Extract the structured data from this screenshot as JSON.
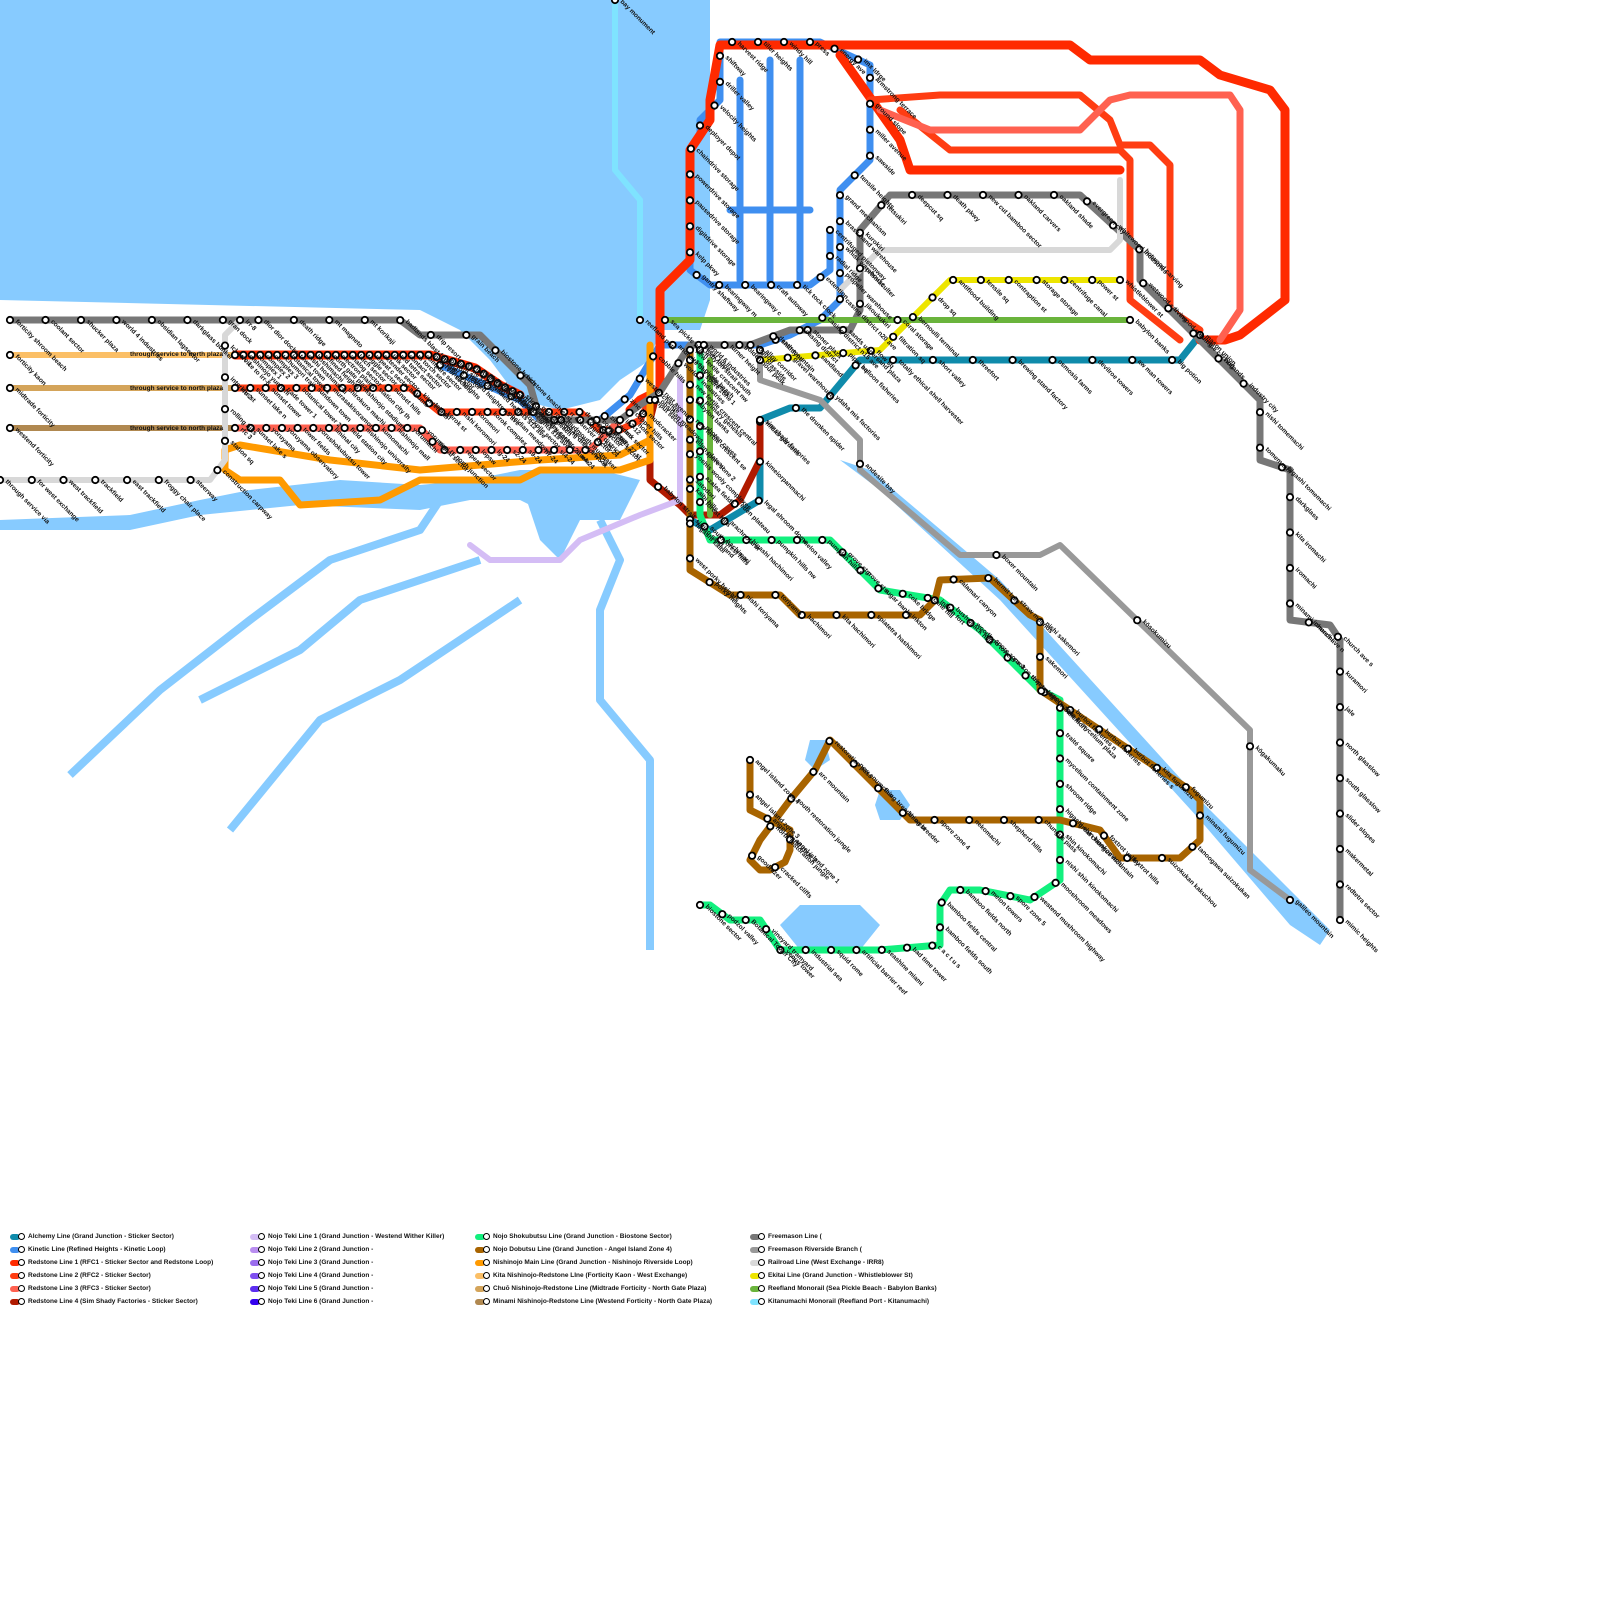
{
  "map": {
    "water_color": "#87cbff",
    "lines": [
      {
        "id": "alchemy",
        "name": "Alchemy Line (Grand Junction - Sticker Sector)",
        "color": "#0f8bab",
        "stations": [
          "sea pickle beach",
          "babylon banks",
          "eden plateau",
          "satodori",
          "sirting sand land",
          "arachnofarm",
          "legal shroom dome",
          "kimeiorpanmachi",
          "midas gardens",
          "the drunken spider",
          "ydaha mis factories",
          "balloon fisheries",
          "totally ethical shell harvester",
          "short valley",
          "threefort",
          "brewing stand factory",
          "osmosis farms",
          "devilroe towers",
          "aw man towers",
          "big potion",
          "mason union"
        ]
      },
      {
        "id": "kinetic",
        "name": "Kinetic Line (Refined Heights - Kinetic Loop)",
        "color": "#3f8ff0",
        "stations": [
          "refined heights",
          "refined heights n5 ave",
          "refined heights s12 ave",
          "refined heights s18 ave",
          "refined heights s22 ave",
          "logging district w5 st",
          "logging district",
          "zincwood",
          "zinc lp",
          "west exchange",
          "cobble hills",
          "andesite bay refineries",
          "linear ridge",
          "turner height",
          "coggod",
          "shaftlynd",
          "casing district",
          "casing district n15 ave",
          "casing district n20 ave",
          "propeller warehouse",
          "whisk warehouse",
          "brass hand warehouse",
          "grand mechanism",
          "tensile heights",
          "sawside",
          "miller avenue",
          "ground slope",
          "armstrong terrace",
          "imx ldrge",
          "energy ave",
          "press",
          "windy hill",
          "tiller heights",
          "harvest ridge",
          "shiftway",
          "driller valley",
          "velocity heights",
          "deployer depot",
          "chaindrive storage",
          "powerdrive storage",
          "pausedrive storage",
          "digitdrive storage",
          "kelp pkwy",
          "gantry shaftway",
          "bearingway m",
          "bearingway c",
          "craft autoway",
          "tick tock clock",
          "extention",
          "radial ridge",
          "centrifuged pistonway"
        ]
      },
      {
        "id": "redstone1",
        "name": "Redstone Line 1 (RFC1 - Sticker Sector and Redstone Loop)",
        "color": "#ff2a00",
        "stations": [
          "rfc 1",
          "nishinojo yuenchi",
          "complex 1",
          "complex 2",
          "complex 3",
          "uchumori trail",
          "botanical tower 1",
          "tower town",
          "nishi hoshimachi",
          "hoshimachi",
          "refined heights",
          "north gate plaza",
          "electron plains",
          "analog sector",
          "latch sector",
          "toggle sector",
          "repeat c sector",
          "extender sector",
          "link sector",
          "red tetra sector",
          "contact sector",
          "rs torch sector",
          "compare sector",
          "observer sector",
          "hopper sector",
          "piston sector",
          "light sector",
          "slime sector",
          "honey sector",
          "solar sector",
          "storm sector",
          "sonar sector",
          "blast sector",
          "photosector",
          "center sector",
          "sticker sector"
        ]
      },
      {
        "id": "redstone2",
        "name": "Redstone Line 2 (RFC2 - Sticker Sector)",
        "color": "#ff3d12",
        "stations": [
          "rfc 2",
          "sunset lake n",
          "sunset tower",
          "trade tower 1",
          "botanical tower 2",
          "sundown town",
          "murasakisoramon",
          "shirokuro machi",
          "nishinojo stadium",
          "station city th",
          "sunset hills",
          "aokumo",
          "kita tetsuki",
          "tetsuki",
          "korok st",
          "nishi koromori",
          "koromori",
          "korok complex",
          "obsidian meadows",
          "stockpile sector",
          "item key sector",
          "railroad sector",
          "rr observer sector",
          "drop sector",
          "text sector",
          "kinetic sector",
          "box sector",
          "hole sector",
          "mudcracker",
          "input sector"
        ]
      },
      {
        "id": "redstone3",
        "name": "Redstone Line 3 (RFC3 - Sticker Sector)",
        "color": "#ff6150",
        "stations": [
          "rfc 3",
          "sunset lake s",
          "yoruyama",
          "yoruyama observatory",
          "tower fields",
          "yorushokubutsu tower",
          "liminal city",
          "field station city",
          "nishinojo university",
          "kumomachi",
          "nishinojo mall",
          "yorumachi",
          "yorumori",
          "signal sector",
          "rs north junction",
          "repeat sector",
          "lopsw",
          "lg-24",
          "s2-24",
          "s9-24",
          "h7-24",
          "sl4-24",
          "stm4-24",
          "sn7-24",
          "bl5-24",
          "penw",
          "in3-12"
        ]
      },
      {
        "id": "redstone4",
        "name": "Redstone Line 4 (Sim Shady Factories - Sticker Sector)",
        "color": "#b01a00",
        "stations": [
          "sim shady factories",
          "eden plateau",
          "babylon strait",
          "obsidian meadows"
        ]
      },
      {
        "id": "nojoteki1",
        "name": "Nojo Teki Line 1 (Grand Junction - Westend Wither Killer)",
        "color": "#d4bdf5",
        "stations": []
      },
      {
        "id": "nojoteki2",
        "name": "Nojo Teki Line 2 (Grand Junction - ",
        "color": "#b98ef0",
        "stations": []
      },
      {
        "id": "nojoteki3",
        "name": "Nojo Teki Line 3 (Grand Junction - ",
        "color": "#9a6ded",
        "stations": []
      },
      {
        "id": "nojoteki4",
        "name": "Nojo Teki Line 4 (Grand Junction - ",
        "color": "#7f4ff0",
        "stations": []
      },
      {
        "id": "nojoteki5",
        "name": "Nojo Teki Line 5 (Grand Junction - ",
        "color": "#5c2ef0",
        "stations": []
      },
      {
        "id": "nojoteki6",
        "name": "Nojo Teki Line 6 (Grand Junction - ",
        "color": "#3300ee",
        "stations": []
      },
      {
        "id": "shokubutsu",
        "name": "Nojo Shokubutsu Line (Grand Junction - Biostone Sector)",
        "color": "#12f07e",
        "stations": [
          "babylon strait south",
          "spore zone 1",
          "primary genesis",
          "photon caves",
          "spore zone 2",
          "azalea fields",
          "forest hills",
          "south forest hills",
          "hachimori",
          "higashi hachimori",
          "pumpkin hills nw",
          "melon valley",
          "pumpkin hills e",
          "grove st n",
          "grove st s",
          "sugar banks",
          "coke bridge",
          "cane hill",
          "bushwhack hills",
          "woodland towers",
          "spore zone 3",
          "cookoo tower",
          "drip tower",
          "spore zone 4",
          "viva la mycelium plaza",
          "traité square",
          "mycelium containment zone",
          "shroom ridge",
          "higashi shin kinokomachi",
          "shin kinokomachi",
          "nishi shin kinokomachi",
          "mooshroom meadows",
          "westend mushroom highway",
          "spore zone 5",
          "melon towers",
          "bamboo fields north",
          "bamboo fields central",
          "bamboo fields south",
          "c a c t u s",
          "bad time tower",
          "seashine miami",
          "artificial barrier reef",
          "squid rome",
          "industrial sea",
          "venus tower",
          "vineyard tramyard",
          "Botanical Tower City",
          "podzol valley",
          "biostone sector"
        ]
      },
      {
        "id": "dobutsu",
        "name": "Nojo Dobutsu Line (Grand Junction - Angel Island Zone 4)",
        "color": "#a86400",
        "stations": [
          "new fertile crescent nw",
          "new fertile crescent central",
          "new fertile crescent se",
          "yoshis wooly complexes",
          "kaibi hills",
          "higashi kaibi",
          "west porky heights",
          "porky heights",
          "nishi toriyama",
          "toriyama",
          "hachimori",
          "kita hachimori",
          "spiatetra hashimori",
          "inkton",
          "inkton fort",
          "calamari canyon",
          "hermit lake",
          "straw mounds",
          "nishi sakemori",
          "sakemori",
          "higashi sakemori",
          "burbot fisheries n",
          "burbot fisheries",
          "burbot fisheries s",
          "kita fugumizu",
          "fugumizu",
          "minami fugumizu",
          "tanoogawa suizokukan",
          "suizokukan kakuchou",
          "foxtrot hills",
          "foxtrot valley",
          "great chungus mountain",
          "chungus pass",
          "shepherd hills",
          "nekomachi",
          "spore zone 4",
          "thing breeder",
          "thing breeder west",
          "new enumclaw",
          "restoration pass",
          "arc mountain",
          "south restoration jungle",
          "north restoration jungle",
          "goodrazer",
          "cracked cliffs",
          "angel island zone 1",
          "angel island zone 2",
          "angel island zone 3",
          "angel island zone 4"
        ]
      },
      {
        "id": "nishinojo_main",
        "name": "Nishinojo Main Line (Grand Junction - Nishinojo Riverside Loop)",
        "color": "#ff9a00",
        "stations": []
      },
      {
        "id": "kita_nishinojo",
        "name": "Kita Nishinojo-Redstone Line (Forticity Kaon - West Exchange)",
        "color": "#fbbf66",
        "stations": [
          "forticity kaon"
        ]
      },
      {
        "id": "chuo_nishinojo",
        "name": "Chuō Nishinojo-Redstone Line (Midtrade Forticity - North Gate Plaza)",
        "color": "#d4a45a",
        "stations": [
          "midtrade forticity"
        ]
      },
      {
        "id": "minami_nishinojo",
        "name": "Minami Nishinojo-Redstone Line (Westend Forticity - North Gate Plaza)",
        "color": "#b08850",
        "stations": [
          "westend forticity"
        ]
      },
      {
        "id": "freemason",
        "name": "Freemason Line (",
        "color": "#777777",
        "stations": [
          "forticity shroom beach",
          "coolant sector",
          "shucker plaza",
          "world 4 industries",
          "obsidian lagsector",
          "darkglass bunker",
          "gran dock",
          "dior dior docks",
          "death ridge",
          "mt magneto",
          "mt korikaji",
          "badlands blast furnace",
          "drip resort",
          "grain beach",
          "biostone beach",
          "biostone beach east",
          "germa beach",
          "mudmouth mudmaker",
          "copper hills 27 st",
          "copper hills",
          "rust avenue",
          "world 1 industries",
          "world 6 industries",
          "golden hour peak",
          "death mountain",
          "stoner plaza",
          "sands undersand plaza",
          "jikoukukiri",
          "prismaculter",
          "kurokiri",
          "tetsukiri",
          "deepcut sq",
          "death pkwy",
          "new cut bamboo sector",
          "oakland carvers",
          "oakland shade",
          "evergreen city",
          "whitewood industries",
          "hotwood carving",
          "wetwood carving",
          "livewood carving",
          "sunrise carving",
          "hotlands",
          "industry city",
          "nishi tomemachi",
          "tomemachi",
          "higashi tomemachi",
          "darkglass",
          "kita iromachi",
          "iromachi",
          "minami iromachi",
          "church ave n",
          "church ave s",
          "kuramori",
          "jale",
          "north glasslow",
          "south glasslow",
          "slider slopes",
          "makermetal",
          "redtetra sector",
          "mimic heights"
        ]
      },
      {
        "id": "freemason_riverside",
        "name": "Freemason Riverside Branch (",
        "color": "#999999",
        "stations": [
          "alloy corridor",
          "andesite bay",
          "boxer mountain",
          "kōsokumizu",
          "kōgakumaku",
          "galileo mountain"
        ]
      },
      {
        "id": "railroad",
        "name": "Railroad Line (West Exchange - IRR8)",
        "color": "#d8d8d8",
        "stations": [
          "through service via",
          "for west exchange",
          "west trackfield",
          "trackfield",
          "east trackfield",
          "froggy chair place",
          "steerway",
          "construction carpway",
          "station sq",
          "rolling hills",
          "interline st",
          "lcl service to irr-8",
          "irr-8"
        ]
      },
      {
        "id": "ekitai",
        "name": "Ekitai Line (Grand Junction - Whistleblower St)",
        "color": "#ede500",
        "stations": [
          "brasside",
          "gravel warehouse",
          "sandland",
          "piper sq",
          "flow sq",
          "filtration sq",
          "bernoulli terminal",
          "drop sq",
          "antiflood building",
          "tensile sq",
          "contraption st",
          "storage storage",
          "centrifuge canal",
          "power st",
          "whistleblower st"
        ]
      },
      {
        "id": "reefland",
        "name": "Reefland Monorail (Sea Pickle Beach - Babylon Banks)",
        "color": "#6ab43c",
        "stations": [
          "sea pickle beach",
          "coral storage",
          "babylon banks"
        ]
      },
      {
        "id": "kitanumachi",
        "name": "Kitanumachi Monorail (Reefland Port - Kitanumachi)",
        "color": "#7fe3ff",
        "stations": [
          "bay monument",
          "reefland port"
        ]
      }
    ]
  },
  "labels": {
    "through_service": "through service to north plaza",
    "bay_monument": "bay monument",
    "reefland_port": "reefland port",
    "industrial_sea": "industrial sea"
  },
  "legend": {
    "col1": [
      {
        "label": "Alchemy Line (Grand Junction - Sticker Sector)",
        "color": "#0f8bab"
      },
      {
        "label": "Kinetic Line (Refined Heights - Kinetic Loop)",
        "color": "#3f8ff0"
      },
      {
        "label": "Redstone Line 1 (RFC1 - Sticker Sector and Redstone Loop)",
        "color": "#ff2a00"
      },
      {
        "label": "Redstone Line 2 (RFC2 - Sticker Sector)",
        "color": "#ff3d12"
      },
      {
        "label": "Redstone Line 3 (RFC3 - Sticker Sector)",
        "color": "#ff6150"
      },
      {
        "label": "Redstone Line 4 (Sim Shady Factories - Sticker Sector)",
        "color": "#b01a00"
      }
    ],
    "col2": [
      {
        "label": "Nojo Teki Line 1 (Grand Junction - Westend Wither Killer)",
        "color": "#d4bdf5"
      },
      {
        "label": "Nojo Teki Line 2 (Grand Junction -",
        "color": "#b98ef0"
      },
      {
        "label": "Nojo Teki Line 3 (Grand Junction -",
        "color": "#9a6ded"
      },
      {
        "label": "Nojo Teki Line 4 (Grand Junction -",
        "color": "#7f4ff0"
      },
      {
        "label": "Nojo Teki Line 5 (Grand Junction -",
        "color": "#5c2ef0"
      },
      {
        "label": "Nojo Teki Line 6 (Grand Junction -",
        "color": "#3300ee"
      }
    ],
    "col3": [
      {
        "label": "Nojo Shokubutsu Line (Grand Junction - Biostone Sector)",
        "color": "#12f07e"
      },
      {
        "label": "Nojo Dobutsu Line (Grand Junction - Angel Island Zone 4)",
        "color": "#a86400"
      },
      {
        "label": "Nishinojo Main Line (Grand Junction - Nishinojo Riverside Loop)",
        "color": "#ff9a00"
      },
      {
        "label": "Kita Nishinojo-Redstone LIne (Forticity Kaon - West Exchange)",
        "color": "#fbbf66"
      },
      {
        "label": "Chuō Nishinojo-Redstone Line (Midtrade Forticity - North Gate Plaza)",
        "color": "#d4a45a"
      },
      {
        "label": "Minami Nishinojo-Redstone Line (Westend Forticity - North Gate Plaza)",
        "color": "#b08850"
      }
    ],
    "col4": [
      {
        "label": "Freemason Line (",
        "color": "#777777"
      },
      {
        "label": "Freemason Riverside Branch (",
        "color": "#999999"
      },
      {
        "label": "Railroad Line (West Exchange - IRR8)",
        "color": "#d8d8d8"
      },
      {
        "label": "Ekitai Line (Grand Junction - Whistleblower St)",
        "color": "#ede500"
      },
      {
        "label": "Reefland Monorail (Sea Pickle Beach - Babylon Banks)",
        "color": "#6ab43c"
      },
      {
        "label": "Kitanumachi Monorail (Reefland Port - Kitanumachi)",
        "color": "#7fe3ff"
      }
    ]
  }
}
